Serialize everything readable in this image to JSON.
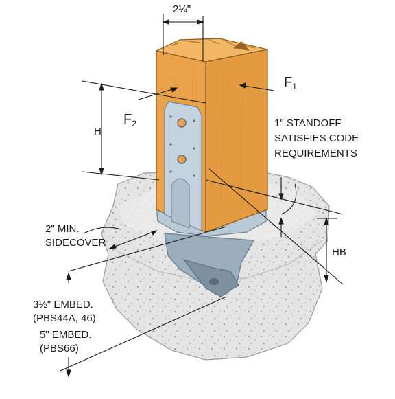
{
  "colors": {
    "wood": "#e9a24a",
    "wood_dark": "#d18a33",
    "wood_top": "#f2b868",
    "steel": "#b9c9d6",
    "steel_dark": "#8ea3b5",
    "concrete": "#e4e4e4",
    "concrete_dark": "#c9c9c9",
    "line": "#1a1a1a"
  },
  "labels": {
    "width_dim": "2¼\"",
    "height_dim": "H",
    "force_1_letter": "F",
    "force_1_sub": "1",
    "force_2_letter": "F",
    "force_2_sub": "2",
    "standoff_line1": "1\" STANDOFF",
    "standoff_line2": "SATISFIES CODE",
    "standoff_line3": "REQUIREMENTS",
    "sidecover_line1": "2\" MIN.",
    "sidecover_line2": "SIDECOVER",
    "hb_dim": "HB",
    "embed1_line1": "3½\" EMBED.",
    "embed1_line2": "(PBS44A, 46)",
    "embed2_line1": "5\" EMBED.",
    "embed2_line2": "(PBS66)"
  }
}
